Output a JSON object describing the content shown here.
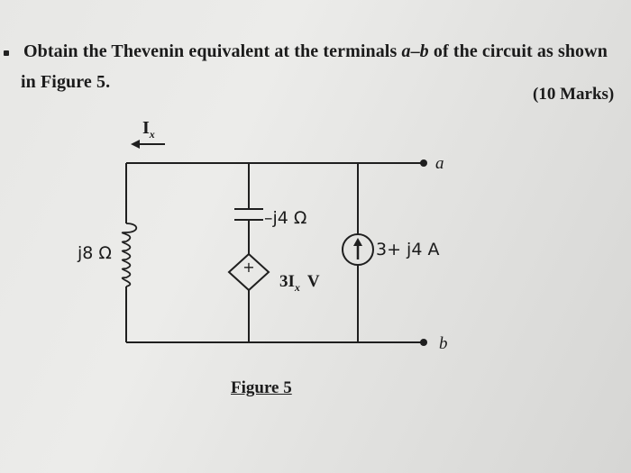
{
  "question": {
    "line1_pre": "Obtain the Thevenin equivalent at the terminals ",
    "terminal_a": "a",
    "dash": "–",
    "terminal_b": "b",
    "line1_post": " of the circuit as shown",
    "line2": "in Figure 5.",
    "marks": "(10 Marks)"
  },
  "circuit": {
    "current_label": "I",
    "current_subscript": "x",
    "capacitor_label": "–j4 Ω",
    "inductor_label": "j8 Ω",
    "dependent_source_label": "3I",
    "dependent_source_subscript": "x",
    "dependent_source_unit": "V",
    "dependent_source_polarity": "+",
    "current_source_label": "3+ j4 A",
    "terminal_a_label": "a",
    "terminal_b_label": "b"
  },
  "figure": {
    "caption": "Figure 5"
  }
}
